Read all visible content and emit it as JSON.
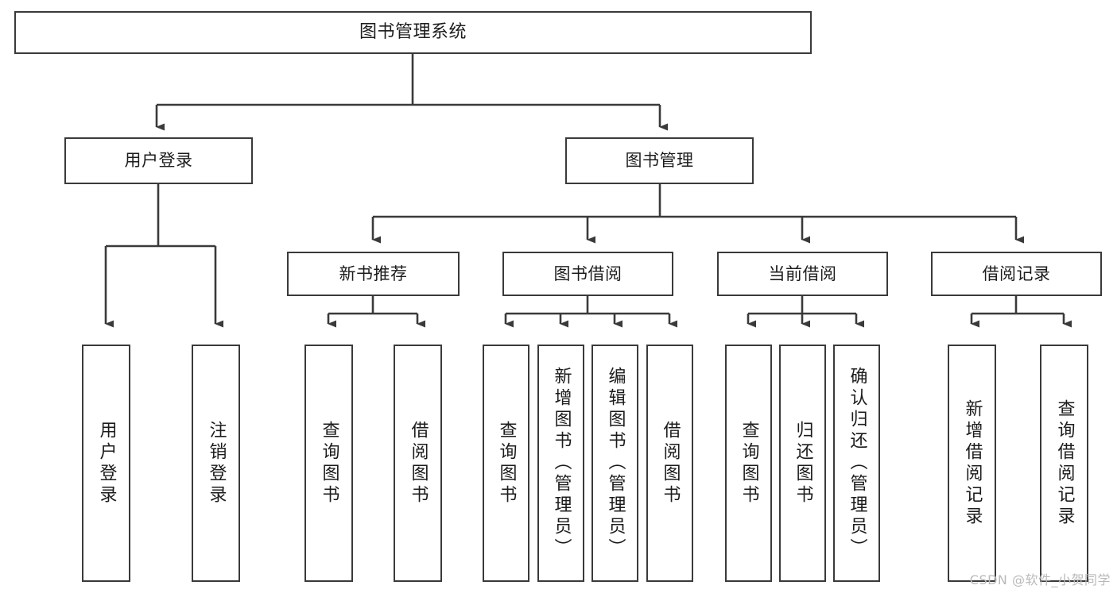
{
  "diagram": {
    "title": "图书管理系统",
    "watermark": "CSDN @软件_小贺同学",
    "colors": {
      "stroke": "#3a3a3a",
      "fill": "#ffffff",
      "text": "#1c1c1c",
      "watermark": "#b9b9b9"
    },
    "nodes": {
      "root": {
        "label": "图书管理系统"
      },
      "level1": [
        {
          "id": "user-login",
          "label": "用户登录"
        },
        {
          "id": "book-management",
          "label": "图书管理"
        }
      ],
      "level2": [
        {
          "id": "new-book-recommend",
          "label": "新书推荐"
        },
        {
          "id": "book-borrow",
          "label": "图书借阅"
        },
        {
          "id": "current-borrow",
          "label": "当前借阅"
        },
        {
          "id": "borrow-record",
          "label": "借阅记录"
        }
      ],
      "leaves": [
        {
          "id": "leaf-user-login",
          "label": "用户登录",
          "parent": "user-login"
        },
        {
          "id": "leaf-logout-login",
          "label": "注销登录",
          "parent": "user-login"
        },
        {
          "id": "leaf-query-book-1",
          "label": "查询图书",
          "parent": "new-book-recommend"
        },
        {
          "id": "leaf-borrow-book-1",
          "label": "借阅图书",
          "parent": "new-book-recommend"
        },
        {
          "id": "leaf-query-book-2",
          "label": "查询图书",
          "parent": "book-borrow"
        },
        {
          "id": "leaf-add-book",
          "label": "新增图书（管理员）",
          "parent": "book-borrow"
        },
        {
          "id": "leaf-edit-book",
          "label": "编辑图书（管理员）",
          "parent": "book-borrow"
        },
        {
          "id": "leaf-borrow-book-2",
          "label": "借阅图书",
          "parent": "book-borrow"
        },
        {
          "id": "leaf-query-book-3",
          "label": "查询图书",
          "parent": "current-borrow"
        },
        {
          "id": "leaf-return-book",
          "label": "归还图书",
          "parent": "current-borrow"
        },
        {
          "id": "leaf-confirm-return",
          "label": "确认归还（管理员）",
          "parent": "current-borrow"
        },
        {
          "id": "leaf-add-record",
          "label": "新增借阅记录",
          "parent": "borrow-record"
        },
        {
          "id": "leaf-query-record",
          "label": "查询借阅记录",
          "parent": "borrow-record"
        }
      ]
    }
  }
}
